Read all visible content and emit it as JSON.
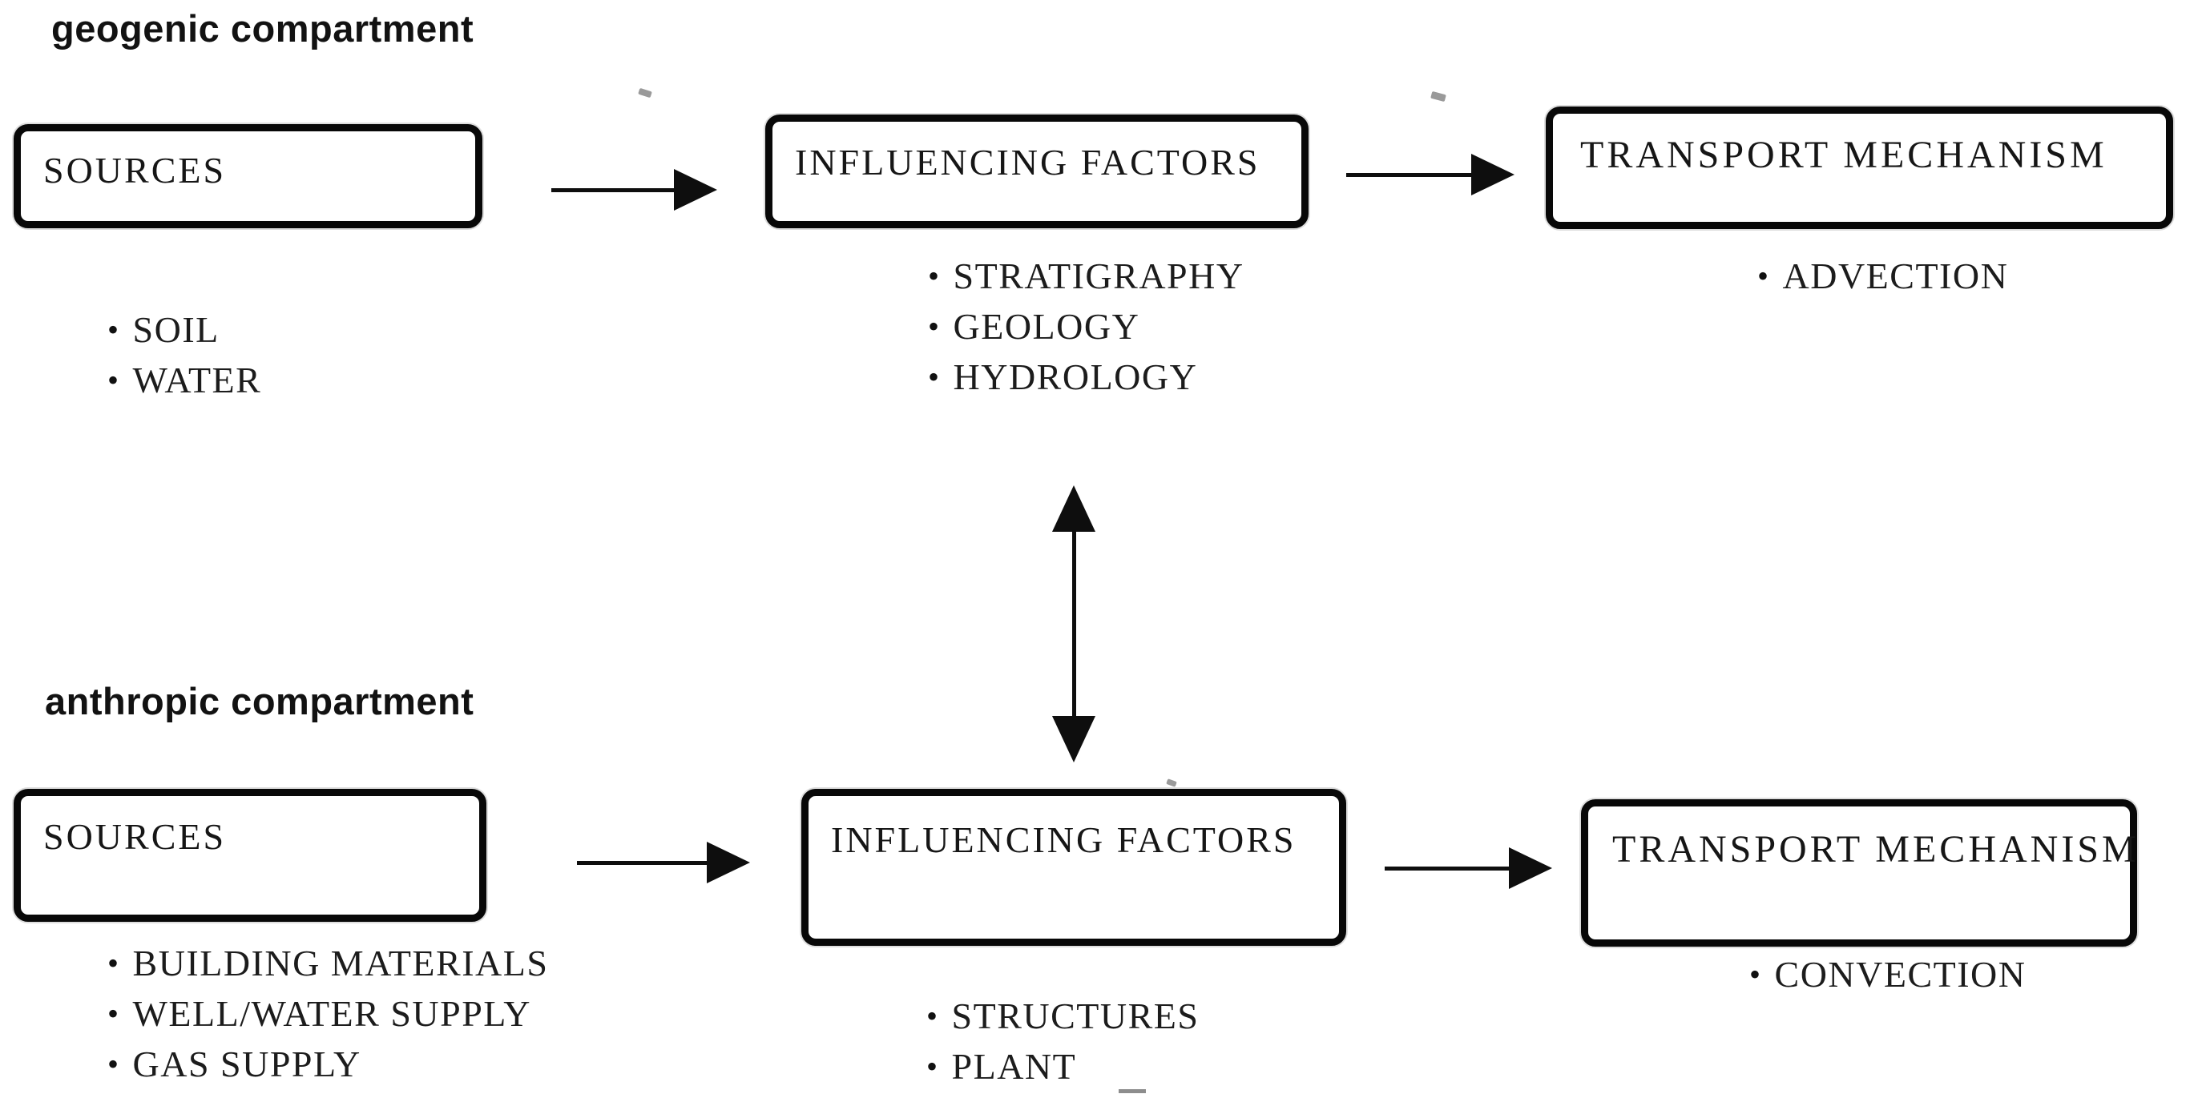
{
  "bullet": "•",
  "colors": {
    "background": "#ffffff",
    "box_border": "#080808",
    "text": "#1a1a1a",
    "arrow": "#0e0e0e"
  },
  "compartments": [
    {
      "label": "geogenic compartment",
      "sources": {
        "title": "SOURCES",
        "items": [
          "SOIL",
          "WATER"
        ]
      },
      "influencing_factors": {
        "title": "INFLUENCING FACTORS",
        "items": [
          "STRATIGRAPHY",
          "GEOLOGY",
          "HYDROLOGY"
        ]
      },
      "transport_mechanism": {
        "title": "TRANSPORT MECHANISM",
        "items": [
          "ADVECTION"
        ]
      }
    },
    {
      "label": "anthropic compartment",
      "sources": {
        "title": "SOURCES",
        "items": [
          "BUILDING MATERIALS",
          "WELL/WATER SUPPLY",
          "GAS SUPPLY"
        ]
      },
      "influencing_factors": {
        "title": "INFLUENCING FACTORS",
        "items": [
          "STRUCTURES",
          "PLANT"
        ]
      },
      "transport_mechanism": {
        "title": "TRANSPORT MECHANISM",
        "items": [
          "CONVECTION"
        ]
      }
    }
  ]
}
